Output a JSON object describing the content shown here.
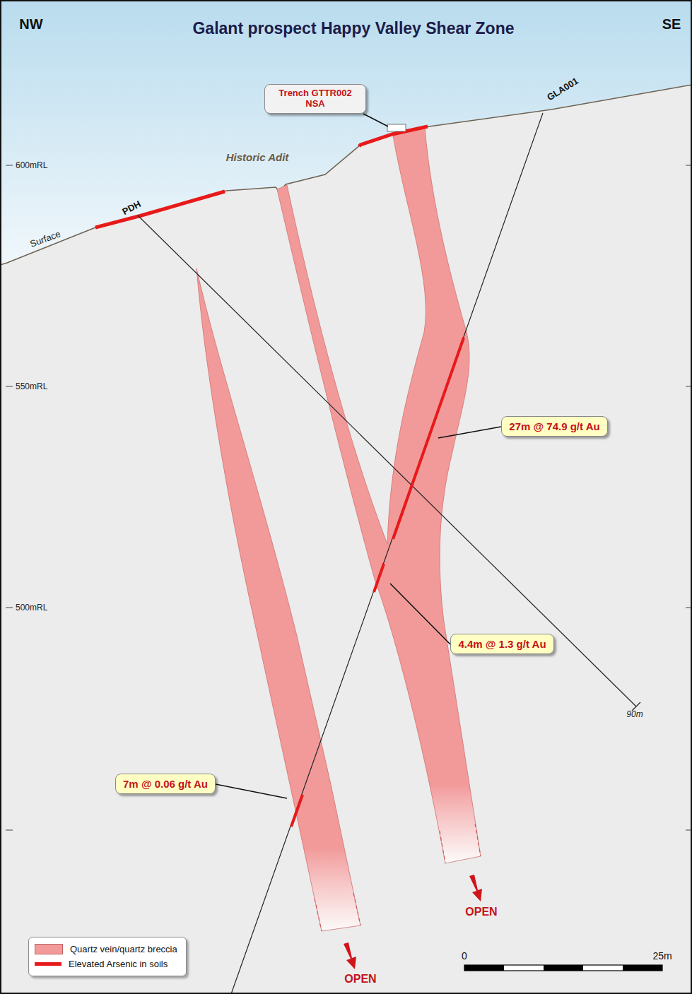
{
  "diagram": {
    "title": "Galant prospect Happy Valley Shear Zone",
    "nodes": [
      {
        "text": [
          "Trench GTTR002 NSA"
        ]
      },
      {
        "text": [
          "27m @ 74.9 g/t Au"
        ]
      },
      {
        "text": [
          "4.4m @ 1.3 g/t Au"
        ]
      },
      {
        "text": [
          "7m @ 0.06 g/t Au"
        ]
      }
    ],
    "labels": [
      "NW",
      "SE",
      "600mRL",
      "550mRL",
      "500mRL",
      "Surface",
      "PDH",
      "Historic Adit",
      "GLA001",
      "90m",
      "OPEN",
      "OPEN",
      "0",
      "25m"
    ],
    "legend": [
      {
        "text": "Quartz vein/quartz breccia",
        "color": "#f29a9a"
      },
      {
        "text": "Elevated Arsenic in soils",
        "color": "#e8191a"
      }
    ]
  }
}
